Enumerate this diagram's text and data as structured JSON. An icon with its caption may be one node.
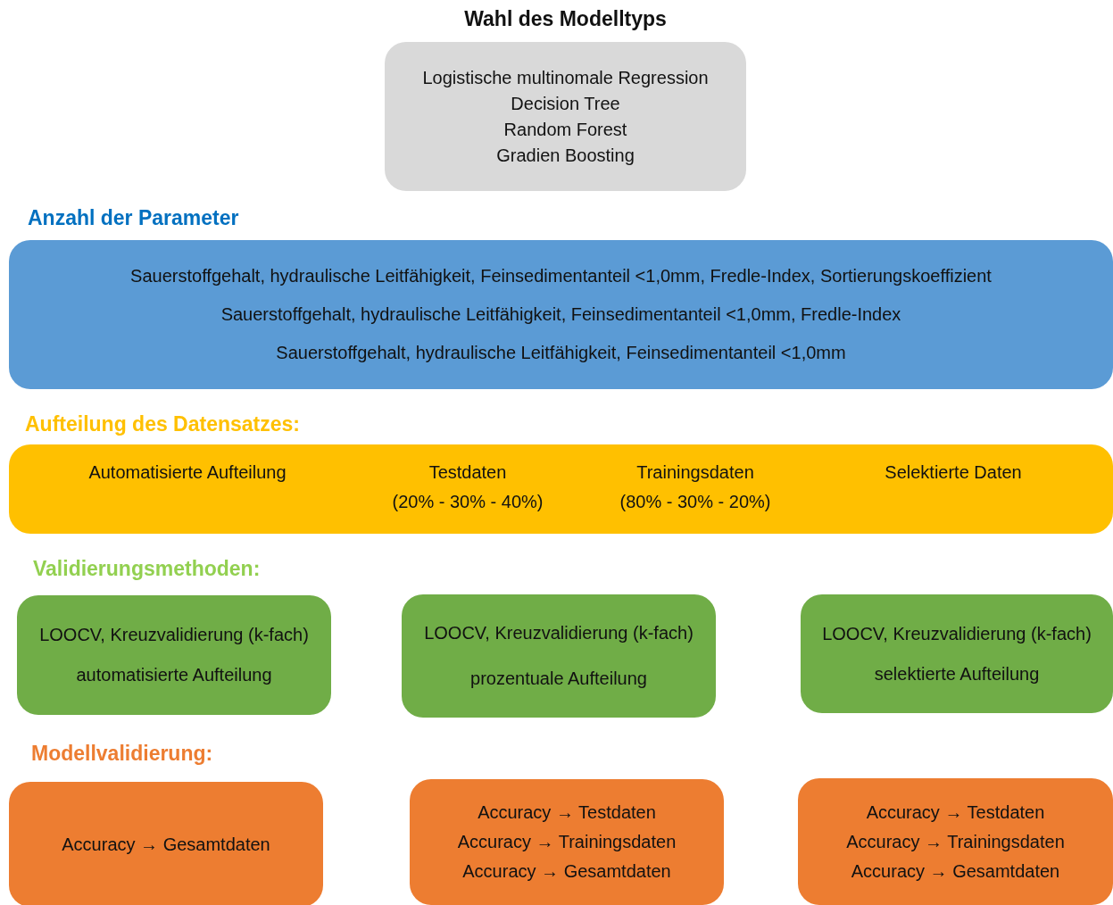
{
  "diagram": {
    "nodes": [
      {
        "text": [
          "Wahl des Modelltyps",
          "Logistische multinomale Regression",
          "Decision Tree",
          "Random Forest",
          "Gradien Boosting"
        ]
      },
      {
        "text": [
          "Anzahl der Parameter",
          "Sauerstoffgehalt, hydraulische Leitfähigkeit, Feinsedimentanteil <1,0mm, Fredle-Index, Sortierungskoeffizient",
          "Sauerstoffgehalt, hydraulische Leitfähigkeit, Feinsedimentanteil <1,0mm, Fredle-Index",
          "Sauerstoffgehalt, hydraulische Leitfähigkeit, Feinsedimentanteil <1,0mm"
        ]
      },
      {
        "text": [
          "Aufteilung des Datensatzes:",
          "Automatisierte Aufteilung",
          "Testdaten",
          "(20% - 30% - 40%)",
          "Trainingsdaten",
          "(80% - 30% - 20%)",
          "Selektierte Daten"
        ]
      },
      {
        "text": [
          "LOOCV, Kreuzvalidierung (k-fach)",
          "automatisierte Aufteilung"
        ]
      },
      {
        "text": [
          "LOOCV, Kreuzvalidierung (k-fach)",
          "prozentuale Aufteilung"
        ]
      },
      {
        "text": [
          "LOOCV, Kreuzvalidierung (k-fach)",
          "selektierte Aufteilung"
        ]
      },
      {
        "text": [
          "Accuracy → Gesamtdaten"
        ]
      },
      {
        "text": [
          "Accuracy → Testdaten",
          "Accuracy → Trainingsdaten",
          "Accuracy → Gesamtdaten"
        ]
      },
      {
        "text": [
          "Accuracy → Testdaten",
          "Accuracy → Trainingsdaten",
          "Accuracy → Gesamtdaten"
        ]
      }
    ],
    "edges": [],
    "labels": [
      "Validierungsmethoden:",
      "Modellvalidierung:"
    ]
  }
}
